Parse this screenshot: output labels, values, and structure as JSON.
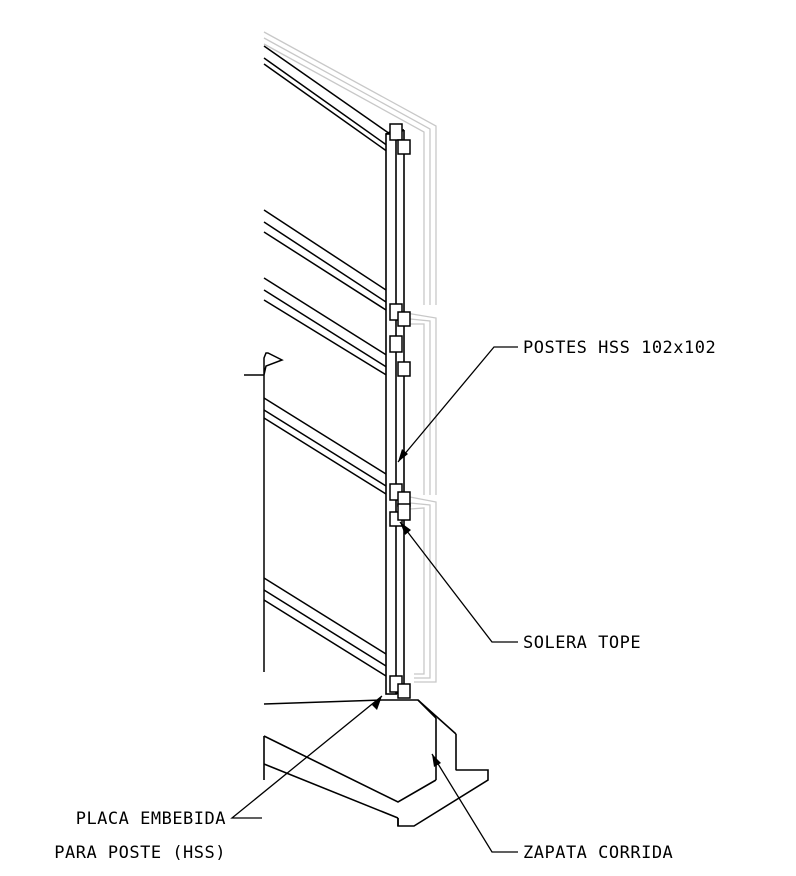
{
  "labels": {
    "postes": "POSTES HSS 102x102",
    "solera": "SOLERA TOPE",
    "placa_line1": "PLACA EMBEBIDA",
    "placa_line2": "PARA POSTE (HSS)",
    "zapata": "ZAPATA CORRIDA"
  },
  "colors": {
    "line": "#000000",
    "ghost": "#c8c8c8",
    "background": "#ffffff"
  }
}
